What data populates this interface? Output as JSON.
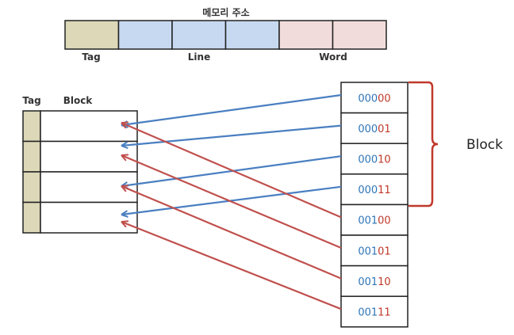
{
  "address": {
    "title": "메모리 주소",
    "fields": [
      {
        "label": "Tag",
        "color": "#dcd8b8"
      },
      {
        "label": "Line",
        "color": "#c6d9f1"
      },
      {
        "label": "Line",
        "color": "#c6d9f1"
      },
      {
        "label": "Line",
        "color": "#c6d9f1"
      },
      {
        "label": "Word",
        "color": "#f2dcdb"
      },
      {
        "label": "Word",
        "color": "#f2dcdb"
      }
    ],
    "labels": {
      "tag": "Tag",
      "line": "Line",
      "word": "Word"
    }
  },
  "cache": {
    "tag_header": "Tag",
    "block_header": "Block",
    "line_count": 4,
    "tag_color": "#dcd8b8"
  },
  "memory": {
    "addresses": [
      {
        "prefix": "000",
        "suffix": "00"
      },
      {
        "prefix": "000",
        "suffix": "01"
      },
      {
        "prefix": "000",
        "suffix": "10"
      },
      {
        "prefix": "000",
        "suffix": "11"
      },
      {
        "prefix": "001",
        "suffix": "00"
      },
      {
        "prefix": "001",
        "suffix": "01"
      },
      {
        "prefix": "001",
        "suffix": "10"
      },
      {
        "prefix": "001",
        "suffix": "11"
      }
    ],
    "prefix_color": "#2e75b6",
    "suffix_color": "#c0392b",
    "block_label": "Block",
    "brace_color": "#c0392b"
  },
  "colors": {
    "blue_arrow": "#4a7fc1",
    "red_arrow": "#c0504d"
  }
}
